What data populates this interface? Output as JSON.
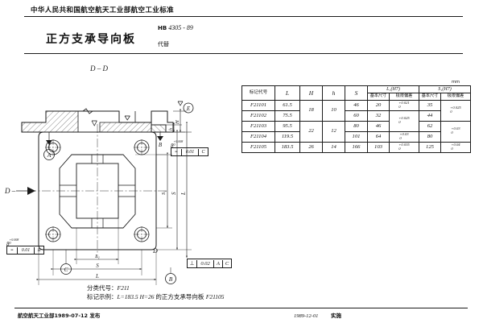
{
  "header": {
    "ministry_title": "中华人民共和国航空航天工业部航空工业标准",
    "doc_title": "正方支承导向板",
    "std_prefix": "HB",
    "std_number": "4305 - 89",
    "replaces_label": "代替"
  },
  "footer": {
    "left": "航空航天工业部1989-07-12 发布",
    "right_date": "1989-12-01",
    "right_label": "实施"
  },
  "drawing": {
    "section_label": "D–D",
    "section_cut_label": "D –",
    "datum_a": "A",
    "datum_b": "B",
    "datum_c": "C",
    "datum_e": "E",
    "dim_L": "L",
    "dim_L1": "L₁",
    "dim_S": "S",
    "dim_S1": "S₁",
    "dim_H": "H",
    "dim_h": "h",
    "fcf_top_value": "8",
    "fcf_top_tol_up": "+0.008",
    "fcf_top_tol_dn": "0",
    "fcf_top_tolerance": "0.01",
    "fcf_top_datum": "C",
    "fcf_left_value": "8",
    "fcf_left_tol_up": "+0.008",
    "fcf_left_tol_dn": "0",
    "fcf_left_tolerance": "0.01",
    "fcf_left_datum": "B",
    "fcf_perp_tolerance": "0.02",
    "fcf_perp_datum1": "A",
    "fcf_perp_datum2": "C",
    "surface_finish": "∇"
  },
  "notes": {
    "class_label": "分类代号：",
    "class_value": "F211",
    "example_label": "标记示例：",
    "example_text_1": "L=183.5 H=26 ",
    "example_text_2": "的正方支承导向板 ",
    "example_code": "F21105"
  },
  "table": {
    "unit": "mm",
    "headers": {
      "code": "标记代号",
      "L": "L",
      "H": "H",
      "h": "h",
      "S": "S",
      "L1_group": "L₁(H7)",
      "S1_group": "S₁(H7)",
      "basic": "基本尺寸",
      "deviation": "极限偏差"
    },
    "rows": [
      {
        "code": "F21101",
        "L": "61.5",
        "H": "18",
        "h": "10",
        "S": "46",
        "L1": "20",
        "L1_tol_up": "+0.021",
        "L1_tol_dn": "0",
        "S1": "35",
        "S1_tol_up": "+0.025",
        "S1_tol_dn": "0"
      },
      {
        "code": "F21102",
        "L": "75.5",
        "H": "18",
        "h": "10",
        "S": "60",
        "L1": "32",
        "L1_tol_up": "+0.025",
        "L1_tol_dn": "0",
        "S1": "44",
        "S1_tol_up": "+0.025",
        "S1_tol_dn": "0"
      },
      {
        "code": "F21103",
        "L": "95.5",
        "H": "22",
        "h": "12",
        "S": "80",
        "L1": "46",
        "L1_tol_up": "+0.025",
        "L1_tol_dn": "0",
        "S1": "62",
        "S1_tol_up": "+0.03",
        "S1_tol_dn": "0"
      },
      {
        "code": "F21104",
        "L": "119.5",
        "H": "22",
        "h": "12",
        "S": "101",
        "L1": "64",
        "L1_tol_up": "+0.03",
        "L1_tol_dn": "0",
        "S1": "80",
        "S1_tol_up": "+0.03",
        "S1_tol_dn": "0"
      },
      {
        "code": "F21105",
        "L": "183.5",
        "H": "26",
        "h": "14",
        "S": "166",
        "L1": "103",
        "L1_tol_up": "+0.035",
        "L1_tol_dn": "0",
        "S1": "125",
        "S1_tol_up": "+0.04",
        "S1_tol_dn": "0"
      }
    ]
  }
}
